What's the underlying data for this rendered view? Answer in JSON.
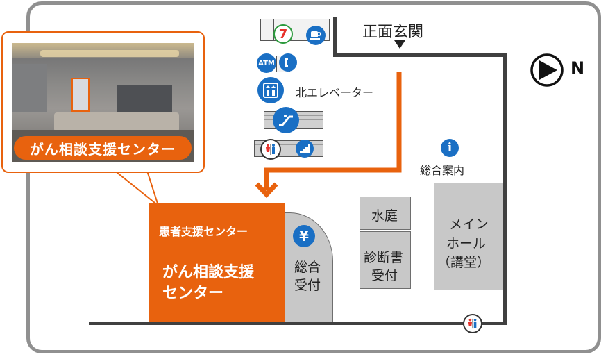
{
  "labels": {
    "main_entrance": "正面玄関",
    "north": "N",
    "north_elevator": "北エレベーター",
    "general_info": "総合案内",
    "main_hall_line1": "メイン",
    "main_hall_line2": "ホール",
    "main_hall_line3": "（講堂）",
    "water_garden": "水庭",
    "certificate_line1": "診断書",
    "certificate_line2": "受付",
    "general_reception_line1": "総合",
    "general_reception_line2": "受付",
    "patient_support": "患者支援センター",
    "cancer_consult_line1": "がん相談支援",
    "cancer_consult_line2": "センター",
    "callout_label": "がん相談支援センター",
    "atm": "ATM",
    "seven_eleven": "7",
    "yen": "¥",
    "info": "i"
  },
  "colors": {
    "accent_orange": "#e8620e",
    "icon_blue": "#1a6fc4",
    "wall": "#404040",
    "room_grey": "#c8c8c8"
  },
  "icons": [
    "seven-eleven-icon",
    "coffee-icon",
    "atm-icon",
    "phone-icon",
    "elevator-icon",
    "escalator-icon",
    "restroom-icon",
    "stairs-icon",
    "info-icon",
    "yen-icon",
    "north-arrow-icon",
    "entrance-arrow-icon"
  ]
}
